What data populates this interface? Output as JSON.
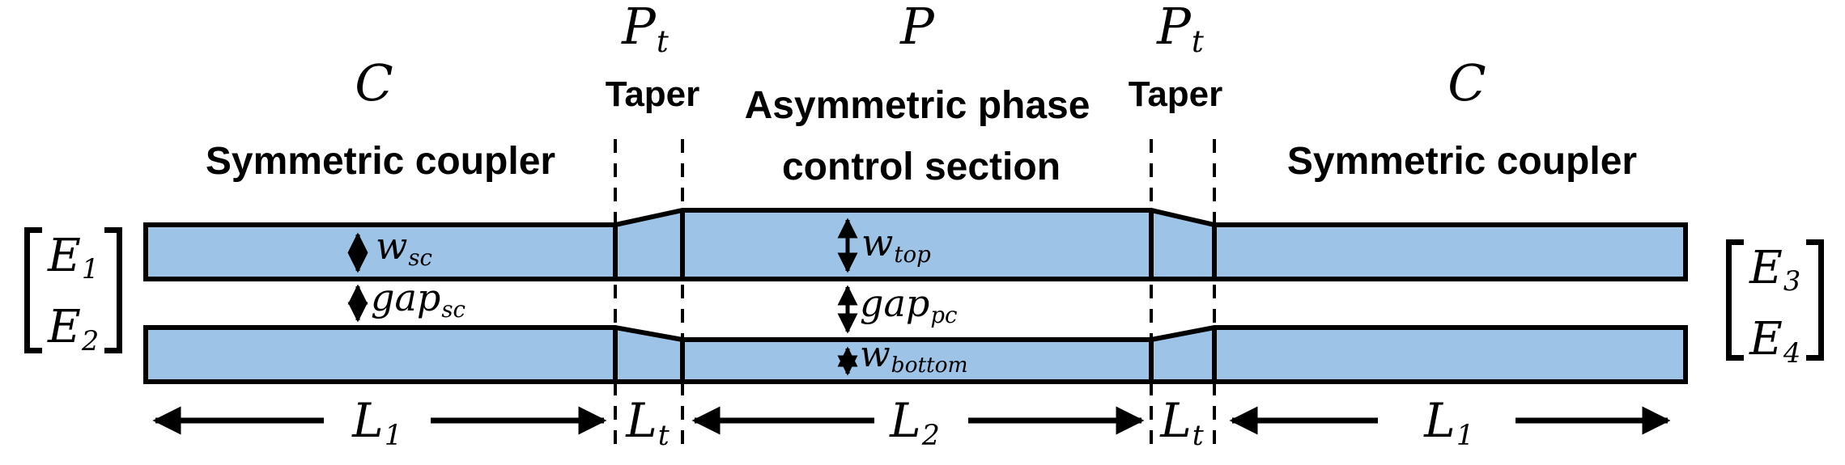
{
  "figure": {
    "description": "Schematic of asymmetric phase-controlled directional coupler"
  },
  "colors": {
    "waveguide_fill": "#9DC3E6",
    "outline": "#000000",
    "background": "#FFFFFF"
  },
  "sections": {
    "coupler_left": {
      "symbol": "C",
      "name": "Symmetric coupler"
    },
    "taper_left": {
      "symbol": "P",
      "symbol_sub": "t",
      "name": "Taper"
    },
    "phase_control": {
      "symbol": "P",
      "name_line1": "Asymmetric phase",
      "name_line2": "control section"
    },
    "taper_right": {
      "symbol": "P",
      "symbol_sub": "t",
      "name": "Taper"
    },
    "coupler_right": {
      "symbol": "C",
      "name": "Symmetric coupler"
    }
  },
  "ports": {
    "input": [
      {
        "base": "E",
        "sub": "1"
      },
      {
        "base": "E",
        "sub": "2"
      }
    ],
    "output": [
      {
        "base": "E",
        "sub": "3"
      },
      {
        "base": "E",
        "sub": "4"
      }
    ]
  },
  "dimensions": {
    "w_sc": {
      "base": "w",
      "sub": "sc"
    },
    "gap_sc": {
      "base": "gap",
      "sub": "sc"
    },
    "w_top": {
      "base": "w",
      "sub": "top"
    },
    "gap_pc": {
      "base": "gap",
      "sub": "pc"
    },
    "w_bottom": {
      "base": "w",
      "sub": "bottom"
    }
  },
  "length_labels": [
    {
      "base": "L",
      "sub": "1"
    },
    {
      "base": "L",
      "sub": "t"
    },
    {
      "base": "L",
      "sub": "2"
    },
    {
      "base": "L",
      "sub": "t"
    },
    {
      "base": "L",
      "sub": "1"
    }
  ]
}
